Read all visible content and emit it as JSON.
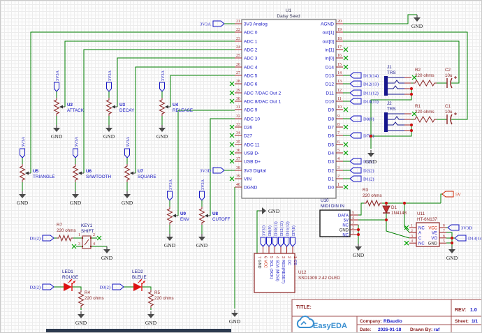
{
  "canvas": {
    "bottom_bar_color": "#2c3a4f"
  },
  "colors": {
    "wire": "#008000",
    "pin": "#a02020",
    "num": "#9c1a1a",
    "name": "#1515c3",
    "flag": "#1515c3",
    "ref": "#8b2323",
    "navy": "#16168c",
    "gnd_sym": "#4a4a4a",
    "gnd_text": "#1a1a1a",
    "nc": "#00a000",
    "dot": "#cc1111",
    "box": "#6e6e6e",
    "dark": "#1a1a1a",
    "maroon": "#8b2323",
    "red": "#cc2200",
    "led": "#dd1111",
    "brand": "#3a8fd0",
    "title_border": "#a05050"
  },
  "gnd_label": "GND",
  "u1": {
    "refdes": "U1",
    "name": "Daisy Seed",
    "left_pins": [
      {
        "num": "21",
        "name": "3V3 Analog"
      },
      {
        "num": "22",
        "name": "ADC 0"
      },
      {
        "num": "23",
        "name": "ADC 1"
      },
      {
        "num": "24",
        "name": "ADC 2"
      },
      {
        "num": "25",
        "name": "ADC 3"
      },
      {
        "num": "26",
        "name": "ADC 4"
      },
      {
        "num": "27",
        "name": "ADC 5"
      },
      {
        "num": "28",
        "name": "ADC 6",
        "nc": true
      },
      {
        "num": "29",
        "name": "ADC 7/DAC Out 2",
        "nc": true
      },
      {
        "num": "30",
        "name": "ADC 8/DAC Out 1",
        "nc": true
      },
      {
        "num": "31",
        "name": "ADC 9"
      },
      {
        "num": "32",
        "name": "ADC 10"
      },
      {
        "num": "33",
        "name": "D26",
        "nc": true
      },
      {
        "num": "34",
        "name": "D27",
        "nc": true
      },
      {
        "num": "35",
        "name": "ADC 11",
        "nc": true
      },
      {
        "num": "36",
        "name": "USB D-",
        "nc": true
      },
      {
        "num": "37",
        "name": "USB D+",
        "nc": true
      },
      {
        "num": "38",
        "name": "3V3 Digital"
      },
      {
        "num": "39",
        "name": "VIN",
        "nc": true
      },
      {
        "num": "40",
        "name": "DGND"
      }
    ],
    "right_pins": [
      {
        "num": "20",
        "name": "AGND"
      },
      {
        "num": "19",
        "name": "out[1]"
      },
      {
        "num": "18",
        "name": "out[0]"
      },
      {
        "num": "17",
        "name": "in[1]",
        "nc": true
      },
      {
        "num": "16",
        "name": "in[0]",
        "nc": true
      },
      {
        "num": "15",
        "name": "D14",
        "nc": true
      },
      {
        "num": "14",
        "name": "D13",
        "flag": "D13(14)"
      },
      {
        "num": "13",
        "name": "D12",
        "flag": "D12(13)"
      },
      {
        "num": "12",
        "name": "D11",
        "flag": "D11(12)"
      },
      {
        "num": "11",
        "name": "D10",
        "flag": "D10(11)"
      },
      {
        "num": "10",
        "name": "D9",
        "nc": true
      },
      {
        "num": "9",
        "name": "D8",
        "flag": "D8(9)"
      },
      {
        "num": "8",
        "name": "D7",
        "nc": true
      },
      {
        "num": "7",
        "name": "D6",
        "flag": "D7(8)"
      },
      {
        "num": "6",
        "name": "D5",
        "nc": true
      },
      {
        "num": "5",
        "name": "D4",
        "nc": true
      },
      {
        "num": "4",
        "name": "D3",
        "flag": "D3(2)"
      },
      {
        "num": "3",
        "name": "D2",
        "flag": "D2(2)"
      },
      {
        "num": "2",
        "name": "D1",
        "flag": "D1(2)"
      },
      {
        "num": "1",
        "name": "D0",
        "nc": true
      }
    ]
  },
  "pot_flag": "3V3A",
  "flags": {
    "analog": "3V3A",
    "digital": "3V3D",
    "five": "5V"
  },
  "pots": [
    {
      "refdes": "U2",
      "name": "ATTACK"
    },
    {
      "refdes": "U3",
      "name": "DECAY"
    },
    {
      "refdes": "U4",
      "name": "RELEASE"
    },
    {
      "refdes": "U5",
      "name": "TRIANGLE"
    },
    {
      "refdes": "U6",
      "name": "SAWTOOTH"
    },
    {
      "refdes": "U7",
      "name": "SQUARE"
    },
    {
      "refdes": "U9",
      "name": "ENV"
    },
    {
      "refdes": "U8",
      "name": "CUTOFF"
    }
  ],
  "resistors": [
    {
      "refdes": "R2",
      "value": "220 ohms"
    },
    {
      "refdes": "R1",
      "value": "220 ohms"
    },
    {
      "refdes": "R3",
      "value": "220 ohms"
    },
    {
      "refdes": "R7",
      "value": "220 ohms"
    },
    {
      "refdes": "R4",
      "value": "220 ohms"
    },
    {
      "refdes": "R5",
      "value": "220 ohms"
    }
  ],
  "caps": [
    {
      "refdes": "C2",
      "value": "10u"
    },
    {
      "refdes": "C1",
      "value": "10u"
    }
  ],
  "jacks": [
    {
      "refdes": "J1",
      "name": "TRS"
    },
    {
      "refdes": "J2",
      "name": "TRS"
    }
  ],
  "diode": {
    "refdes": "D1",
    "value": "1N4148"
  },
  "leds": [
    {
      "refdes": "LED1",
      "name": "ROUGE",
      "flag": "D2(2)"
    },
    {
      "refdes": "LED2",
      "name": "BLEUE",
      "flag": "D3(2)"
    }
  ],
  "key": {
    "refdes": "KEY1",
    "name": "SHIFT",
    "flag": "D1(2)",
    "pins": [
      "1",
      "2",
      "3",
      "4"
    ]
  },
  "midi": {
    "refdes": "U10",
    "name": "MIDI DIN IN",
    "pins": [
      {
        "num": "5",
        "name": "DATA"
      },
      {
        "num": "4",
        "name": "5V"
      },
      {
        "num": "3",
        "name": "NC"
      },
      {
        "num": "2",
        "name": "GND"
      },
      {
        "num": "1",
        "name": "NC"
      }
    ]
  },
  "opto": {
    "refdes": "U11",
    "name": "HT-6N137",
    "left": [
      {
        "num": "1",
        "name": "NC",
        "nc": true
      },
      {
        "num": "2",
        "name": "A"
      },
      {
        "num": "3",
        "name": "C"
      },
      {
        "num": "4",
        "name": "NC",
        "nc": true
      }
    ],
    "right": [
      {
        "num": "8",
        "name": "VCC"
      },
      {
        "num": "7",
        "name": "VE"
      },
      {
        "num": "6",
        "name": "VO"
      },
      {
        "num": "5",
        "name": "GND"
      }
    ]
  },
  "oled": {
    "refdes": "U12",
    "name": "SSD1309 2.42 OLED",
    "pins": [
      {
        "num": "7",
        "name": "GND"
      },
      {
        "num": "6",
        "name": "VCC",
        "net": "3V3D"
      },
      {
        "num": "5",
        "name": "SCL (SCK)",
        "net": "D8(9)"
      },
      {
        "num": "4",
        "name": "SDA (MOSI)",
        "net": "D10(11)"
      },
      {
        "num": "3",
        "name": "RES(RESET)",
        "net": "D12(13)"
      },
      {
        "num": "2",
        "name": "DC",
        "net": "D11(12)"
      },
      {
        "num": "1",
        "name": "CS",
        "net": "D7(8)"
      }
    ]
  },
  "title_block": {
    "title_label": "TITLE:",
    "rev_label": "REV:",
    "rev": "1.0",
    "company_label": "Company:",
    "company": "RBaudio",
    "sheet_label": "Sheet:",
    "sheet": "1/1",
    "date_label": "Date:",
    "date": "2026-01-18",
    "drawn_label": "Drawn By:",
    "drawn_by": "raf",
    "brand": "EasyEDA"
  }
}
